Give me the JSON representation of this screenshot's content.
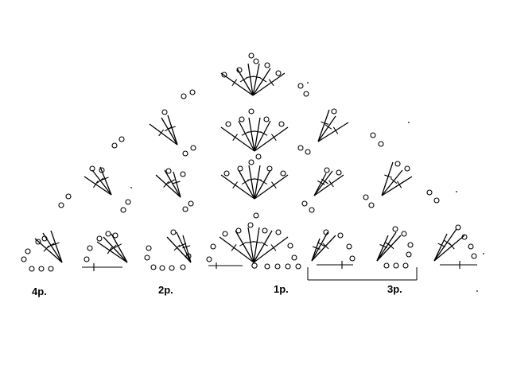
{
  "labels": {
    "row4": "4р.",
    "row2": "2р.",
    "row1": "1р.",
    "row3": "3р."
  },
  "colors": {
    "ink": "#000000",
    "background": "#ffffff"
  },
  "symbols": {
    "chain": "chain-stitch-circle",
    "double_crochet": "double-crochet-stroke",
    "slip_stitch": "slip-stitch-dot"
  }
}
